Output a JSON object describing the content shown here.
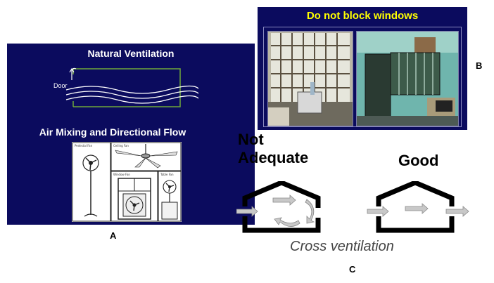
{
  "panel_a": {
    "title": "Natural Ventilation",
    "door_label": "Door",
    "subtitle": "Air Mixing and Directional Flow",
    "letter": "A",
    "fan_captions": [
      "Pedestal Fan",
      "Ceiling Fan",
      "Window Fan",
      "Table Fan"
    ]
  },
  "panel_b": {
    "title": "Do not block windows",
    "letter": "B"
  },
  "panel_c": {
    "not_adequate_label": "Not\nAdequate",
    "good_label": "Good",
    "cross_ventilation_label": "Cross ventilation",
    "letter": "C"
  },
  "colors": {
    "panel_background": "#0b0b5e",
    "title_yellow": "#ffff00",
    "arrow_gray": "#c8c8c8"
  }
}
